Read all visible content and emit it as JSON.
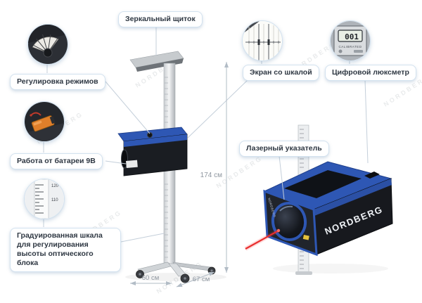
{
  "callouts": {
    "mirror_shield": {
      "label": "Зеркальный щиток"
    },
    "mode_adjustment": {
      "label": "Регулировка режимов"
    },
    "battery": {
      "label": "Работа от батареи 9В"
    },
    "graduated_scale": {
      "label": "Градуированная шкала для регулирования высоты оптического блока"
    },
    "screen_scale": {
      "label": "Экран со шкалой"
    },
    "lux_meter": {
      "label": "Цифровой люксметр"
    },
    "laser_pointer": {
      "label": "Лазерный указатель"
    }
  },
  "dimensions": {
    "height": "174 см",
    "base_depth": "60 см",
    "base_width": "67 см"
  },
  "brand": {
    "name": "NORDBERG",
    "watermark": "NORDBERG"
  },
  "details": {
    "lux_meter_value": "001",
    "lux_meter_calibration": "CALIBRATED",
    "scale_marks": [
      "120",
      "110"
    ]
  },
  "colors": {
    "accent_blue": "#2e57b4",
    "callout_border": "#d3e2ef",
    "laser_red": "#e82f2f",
    "dimension_gray": "#8f97a0"
  }
}
